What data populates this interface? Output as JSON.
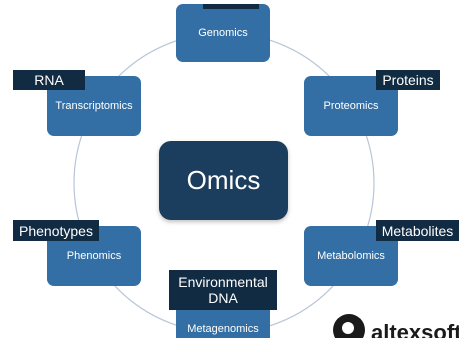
{
  "center": {
    "label": "Omics"
  },
  "nodes": {
    "genomics": "Genomics",
    "transcriptomics": "Transcriptomics",
    "proteomics": "Proteomics",
    "phenomics": "Phenomics",
    "metabolomics": "Metabolomics",
    "metagenomics": "Metagenomics"
  },
  "tags": {
    "rna": "RNA",
    "proteins": "Proteins",
    "phenotypes": "Phenotypes",
    "metabolites": "Metabolites",
    "environmental_dna": "Environmental DNA"
  },
  "logo": {
    "text": "altexsoft"
  },
  "colors": {
    "node_fill": "#336fa4",
    "center_fill": "#1c3e5e",
    "tag_fill": "#102b42",
    "ring_stroke": "#b7c5d6"
  }
}
